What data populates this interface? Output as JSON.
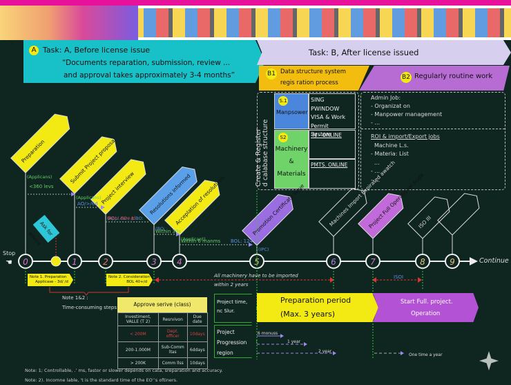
{
  "task_a": {
    "badge": "A",
    "title": "Task: A, Before license issue",
    "line1": "“Documents reparation, submission, review ...",
    "line2": "and approval takes approximately 3-4 months”"
  },
  "task_b": {
    "title": "Task: B, After license issued",
    "b1": {
      "badge": "B1",
      "line1": "Data structure system",
      "line2": "regis ration process"
    },
    "b2": {
      "badge": "B2",
      "label": "Regularly routine work"
    }
  },
  "structure": {
    "vertical_label1": "Create & Register",
    "vertical_label2": "d calabase structure",
    "s1": {
      "badge": "S.1",
      "label": "Manpsower",
      "systems": [
        "SING PWINDOW",
        "VISA & Work Permit",
        "System"
      ]
    },
    "s2": {
      "badge": "S2",
      "label1": "Machinery",
      "label2": "&",
      "label3": "Materials",
      "systems": [
        "-M - ONLINE",
        "PMTS. ONLINE"
      ]
    },
    "admin": {
      "title": "Admin Job:",
      "items": [
        "- Organizat on",
        "- Manpower management",
        "- ..."
      ]
    },
    "roi": {
      "title": "ROI & import/Export jobs",
      "items": [
        "Machine L.s.",
        "- Materia: List",
        "...",
        "- ...",
        "- ..."
      ]
    }
  },
  "steps": [
    {
      "label": "Preparation",
      "sub": "(Applicans)",
      "color": "#f2ea12"
    },
    {
      "label": "Submit Project proposal",
      "sub": "(Applicans)",
      "color": "#f2ea12"
    },
    {
      "label": "Project interview",
      "sub": "(Appl.can, $ BO:",
      "color": "#f2ea12"
    },
    {
      "label": "Resolutions informed",
      "sub": "(BO:",
      "color": "#5aa0e8"
    },
    {
      "label": "Acceplation of resolutions",
      "sub": "(Applicant)",
      "color": "#f2ea12"
    },
    {
      "label": "Promotion Certificate Issue",
      "sub": "(IPC)",
      "color": "#9a6ee0"
    },
    {
      "label": "Machines Import Expirated awatch",
      "sub": "",
      "color": "none"
    },
    {
      "label": "Project Full Operational Audit",
      "sub": "",
      "color": "#c16ad9"
    },
    {
      "label": "ISO III",
      "sub": "",
      "color": "none"
    },
    {
      "label": "",
      "sub": "",
      "color": "none"
    }
  ],
  "ask_advice": "Ask for advice",
  "durations": {
    "d1": "<360 levs",
    "d2": "AO/>/6d",
    "d3": "BOL: 80+/d",
    "d4": "Within 30s",
    "d5": "Within 6 manms",
    "d6": "BOL: 124"
  },
  "timeline": {
    "stop": "Stop",
    "nodes": [
      "0",
      "1",
      "2",
      "3",
      "4",
      "5",
      "6",
      "7",
      "8",
      "9"
    ],
    "continue": "Continue"
  },
  "notes": {
    "note1_l1": "Note 1. Preparation",
    "note1_l2": "Applicase - 3d/ /d",
    "note2_l1": "Note 2. Consideration",
    "note2_l2": "BOL 40+/d",
    "note12_l1": "Note 1&2 :",
    "note12_l2": "Time-consuming steps",
    "machinery_l1": "All machinery have to be imported",
    "machinery_l2": "within 2 years",
    "soi": "ISOI"
  },
  "approve_table": {
    "title": "Approve  serive (class)",
    "headers": [
      "Investiment, VALLE (T   2)",
      "Resrvivon",
      "Due date"
    ],
    "rows": [
      [
        "< 200M",
        "Dept. officer",
        "10days"
      ],
      [
        "200-1.000M",
        "Sub-Comm ltas",
        "6ddays"
      ],
      [
        "> 200K",
        "Comm llss",
        "10days"
      ]
    ]
  },
  "period": {
    "row1_label": "Project time, nc Slur.",
    "prep_l1": "Preparation period",
    "prep_l2": "(Max. 3 years)",
    "op_l1": "Start Full. project.",
    "op_l2": "Operation",
    "row2_label": "Project Progression region",
    "m6": "6 monuss",
    "y1": "1 year",
    "y2": "2 year",
    "once": "One time a year"
  },
  "footnotes": [
    "Note: 1; Controllable, .ʼ ms, fastor or slower depends on cata, sreparation and accuracy.",
    "Note: 2). Incomne lable, 't is the standard time of the EOʼʼs oftiners."
  ]
}
